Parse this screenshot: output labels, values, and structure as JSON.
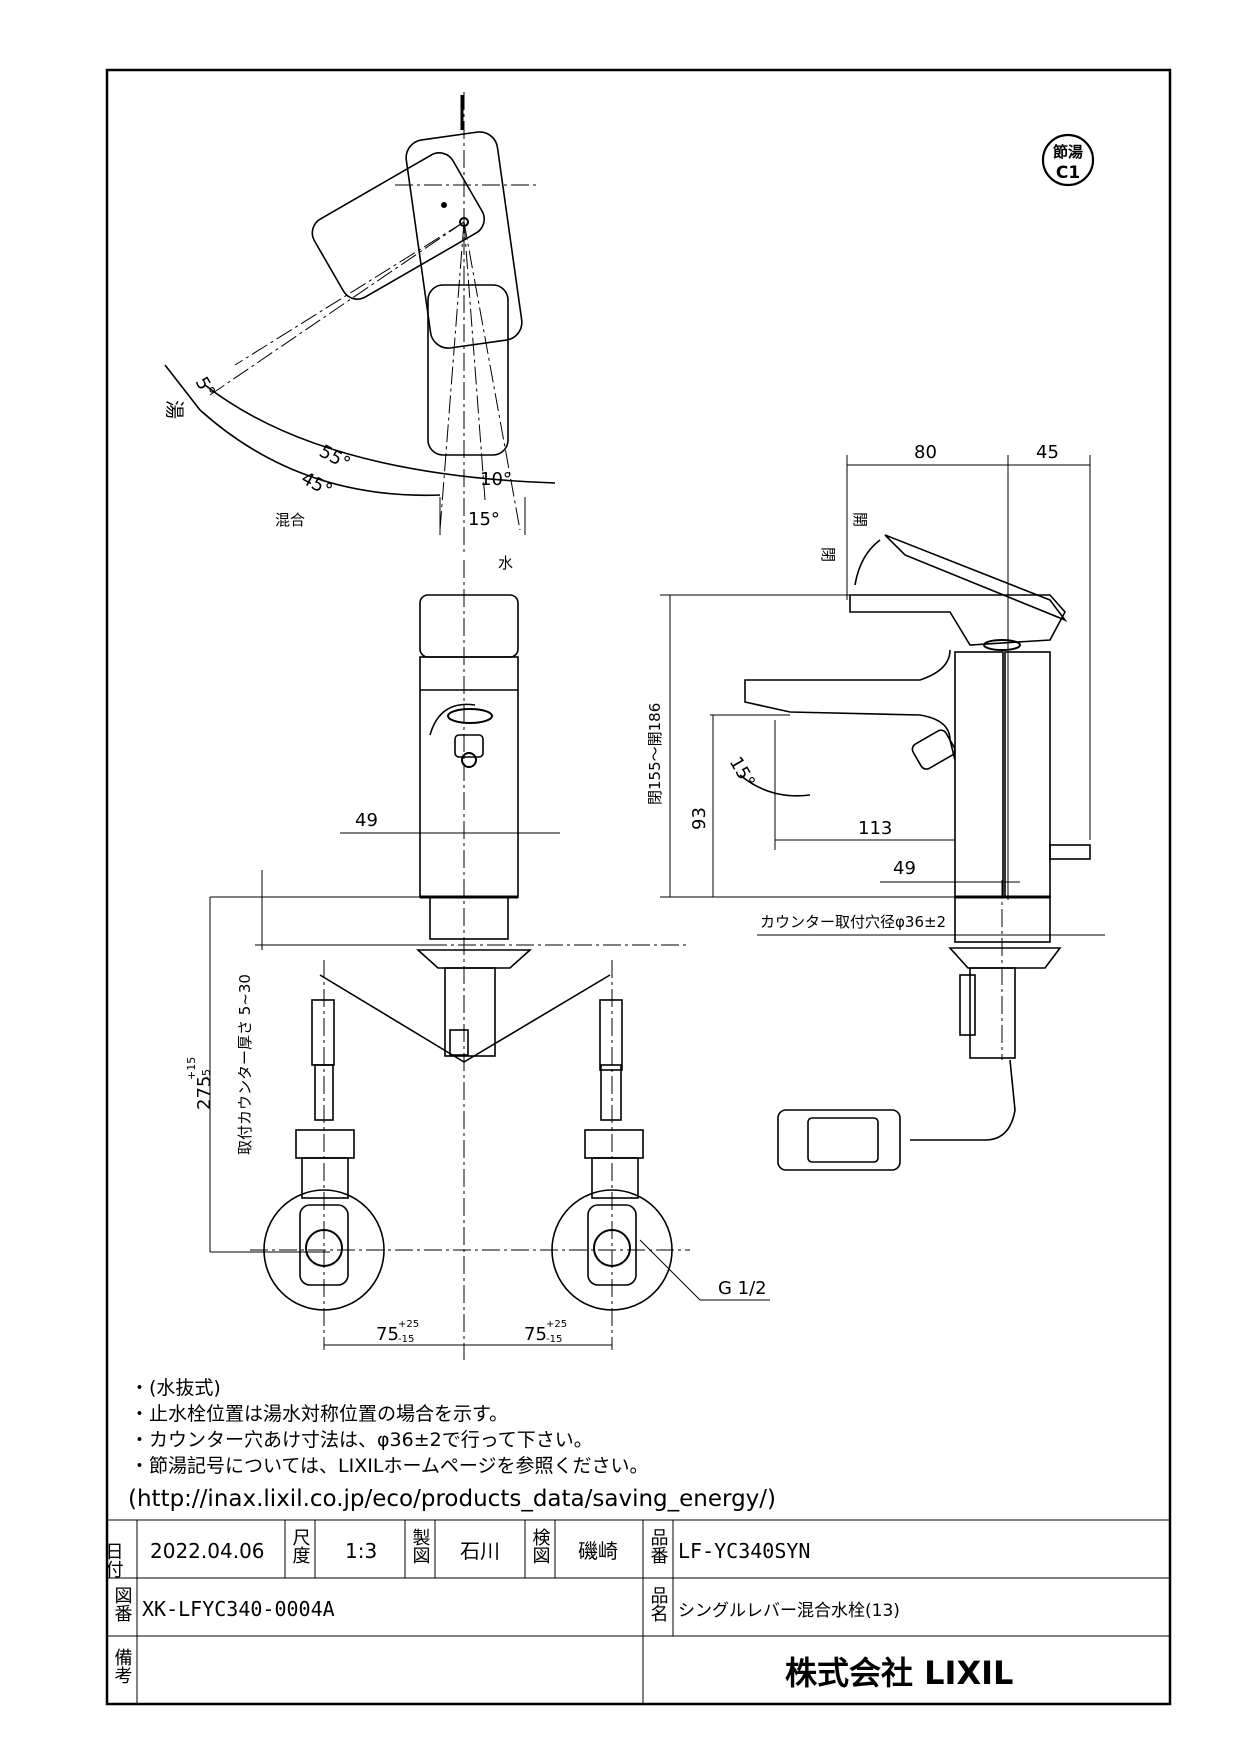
{
  "badge": {
    "top": "節湯",
    "bottom": "C1"
  },
  "top_view": {
    "angle_5": "5°",
    "angle_55": "55°",
    "angle_45": "45°",
    "angle_10": "10°",
    "angle_15": "15°",
    "label_hot": "湯",
    "label_mix": "混合",
    "label_water": "水"
  },
  "front_view": {
    "dim_49": "49",
    "dim_height": "275",
    "dim_height_tol_upper": "+15",
    "dim_height_tol_lower": "-5",
    "counter_thickness": "取付カウンター厚さ 5~30",
    "dim_left": "75",
    "dim_right": "75",
    "dim_tol_upper": "+25",
    "dim_tol_lower": "-15",
    "thread_label": "G 1/2"
  },
  "side_view": {
    "dim_80": "80",
    "dim_45": "45",
    "label_open": "開",
    "label_close": "閉",
    "dim_open_height": "閉155～開186",
    "dim_93": "93",
    "dim_113": "113",
    "dim_49": "49",
    "angle_15": "15°",
    "counter_hole": "カウンター取付穴径φ36±2"
  },
  "notes": [
    "・(水抜式)",
    "・止水栓位置は湯水対称位置の場合を示す。",
    "・カウンター穴あけ寸法は、φ36±2で行って下さい。",
    "・節湯記号については、LIXILホームページを参照ください。",
    "(http://inax.lixil.co.jp/eco/products_data/saving_energy/)"
  ],
  "title_block": {
    "date_label": "日付",
    "date": "2022.04.06",
    "scale_label": "尺度",
    "scale": "1:3",
    "drawn_label": "製図",
    "drawn": "石川",
    "checked_label": "検図",
    "checked": "磯崎",
    "part_no_label": "品番",
    "part_no": "LF-YC340SYN",
    "drawing_no_label": "図番",
    "drawing_no": "XK-LFYC340-0004A",
    "product_name_label": "品名",
    "product_name": "シングルレバー混合水栓(13)",
    "remarks_label": "備考",
    "company": "株式会社 LIXIL"
  }
}
